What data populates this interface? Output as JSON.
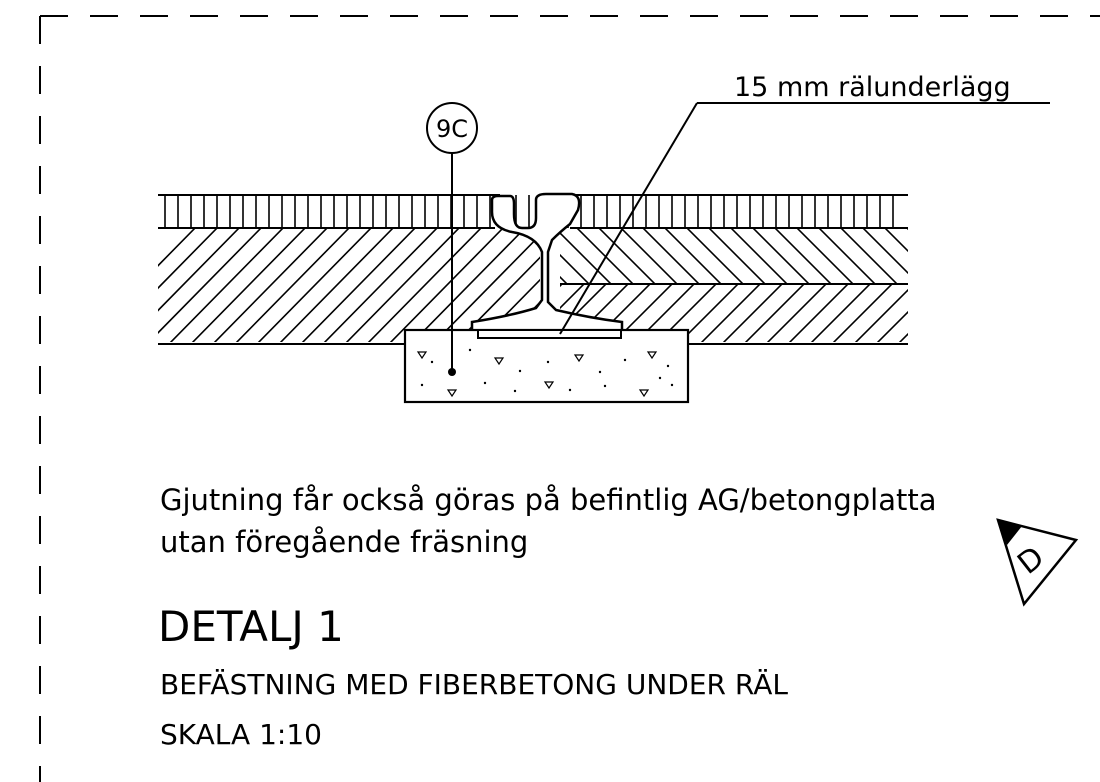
{
  "detail": {
    "callout_label": "9C",
    "pad_label": "15 mm rälunderlägg",
    "note_line1": "Gjutning får också göras på befintlig AG/betongplatta",
    "note_line2": "utan föregående fräsning",
    "title": "DETALJ 1",
    "subtitle": "BEFÄSTNING MED FIBERBETONG UNDER RÄL",
    "scale": "SKALA 1:10",
    "section_marker": "D"
  }
}
